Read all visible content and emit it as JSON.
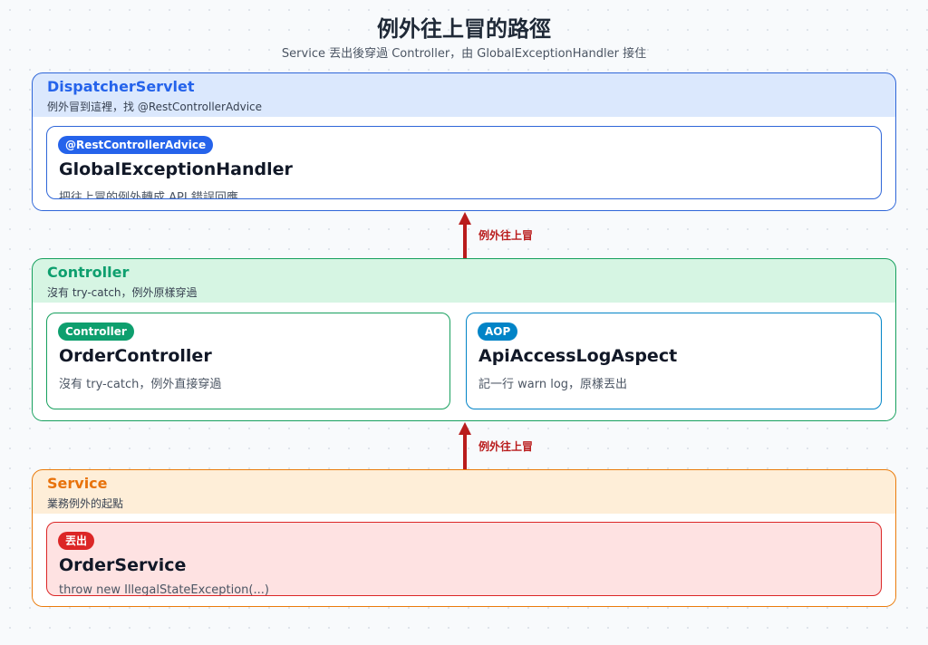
{
  "header": {
    "title": "例外往上冒的路徑",
    "subtitle": "Service 丟出後穿過 Controller，由 GlobalExceptionHandler 接住"
  },
  "layers": {
    "dispatcher": {
      "name": "DispatcherServlet",
      "description": "例外冒到這裡，找 @RestControllerAdvice",
      "color": "#2563eb",
      "cards": [
        {
          "badge": "@RestControllerAdvice",
          "title": "GlobalExceptionHandler",
          "description": "把往上冒的例外轉成 API 錯誤回應"
        }
      ]
    },
    "controller": {
      "name": "Controller",
      "description": "沒有 try-catch，例外原樣穿過",
      "color": "#0e9f6e",
      "cards": [
        {
          "badge": "Controller",
          "title": "OrderController",
          "description": "沒有 try-catch，例外直接穿過"
        },
        {
          "badge": "AOP",
          "title": "ApiAccessLogAspect",
          "description": "記一行 warn log，原樣丟出"
        }
      ]
    },
    "service": {
      "name": "Service",
      "description": "業務例外的起點",
      "color": "#e8720b",
      "cards": [
        {
          "badge": "丟出",
          "title": "OrderService",
          "description": "throw new IllegalStateException(...)"
        }
      ]
    }
  },
  "arrows": [
    {
      "label": "例外往上冒",
      "color": "#b91c1c"
    },
    {
      "label": "例外往上冒",
      "color": "#b91c1c"
    }
  ]
}
